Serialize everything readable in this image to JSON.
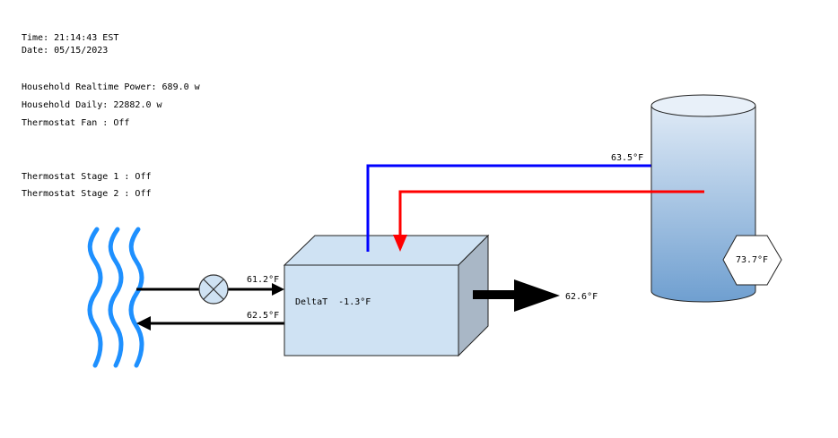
{
  "status": {
    "time": "Time: 21:14:43 EST",
    "date": "Date: 05/15/2023",
    "realtime_power": "Household Realtime Power: 689.0 w",
    "daily": "Household Daily: 22882.0 w",
    "fan": "Thermostat Fan : Off",
    "stage1": "Thermostat Stage 1 : Off",
    "stage2": "Thermostat Stage 2 : Off"
  },
  "diagram": {
    "ground_in_temp": "61.2°F",
    "ground_out_temp": "62.5°F",
    "delta_t": "DeltaT  -1.3°F",
    "air_out_temp": "62.6°F",
    "tank_supply_temp": "63.5°F",
    "tank_temp": "73.7°F",
    "colors": {
      "hot_line": "#ff0000",
      "cold_line": "#0000ff",
      "ground_waves": "#1e90ff",
      "box_face": "#cfe2f3",
      "box_side": "#a9b7c6",
      "tank_top": "#b9d3ea",
      "tank_bottom": "#6f9fd0"
    },
    "icons": [
      "ground-waves-icon",
      "valve-icon",
      "heat-pump-box",
      "water-tank-icon"
    ]
  }
}
